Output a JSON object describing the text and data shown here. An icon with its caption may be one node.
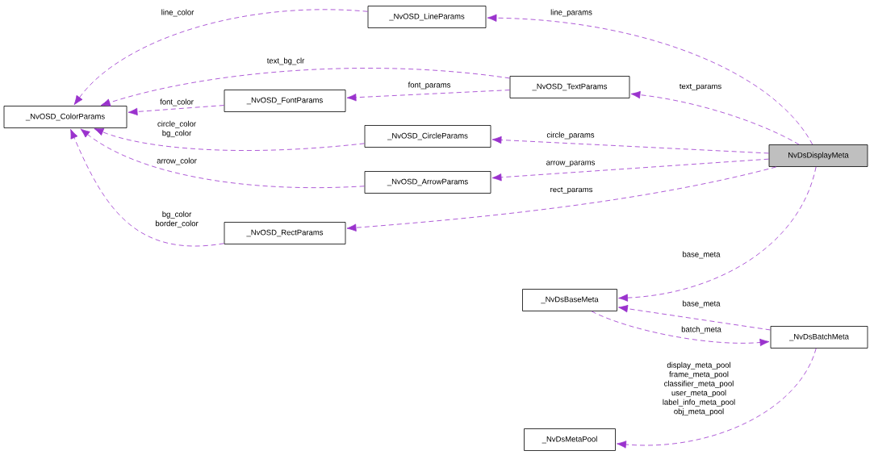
{
  "diagram": {
    "nodes": [
      {
        "text": [
          "_NvOSD_LineParams"
        ]
      },
      {
        "text": [
          "_NvOSD_TextParams"
        ]
      },
      {
        "text": [
          "_NvOSD_ColorParams"
        ]
      },
      {
        "text": [
          "_NvOSD_FontParams"
        ]
      },
      {
        "text": [
          "_NvOSD_CircleParams"
        ]
      },
      {
        "text": [
          "NvDsDisplayMeta"
        ]
      },
      {
        "text": [
          "_NvOSD_ArrowParams"
        ]
      },
      {
        "text": [
          "_NvOSD_RectParams"
        ]
      },
      {
        "text": [
          "_NvDsBaseMeta"
        ]
      },
      {
        "text": [
          "_NvDsBatchMeta"
        ]
      },
      {
        "text": [
          "_NvDsMetaPool"
        ]
      }
    ],
    "edges": [
      {
        "from": 0,
        "to": 2,
        "arrow": "to",
        "style": "dashed",
        "label": "line_color"
      },
      {
        "from": 1,
        "to": 2,
        "arrow": "to",
        "style": "dashed",
        "label": "text_bg_clr"
      },
      {
        "from": 3,
        "to": 2,
        "arrow": "to",
        "style": "dashed",
        "label": "font_color"
      },
      {
        "from": 4,
        "to": 2,
        "arrow": "to",
        "style": "dashed",
        "label": "circle_color bg_color"
      },
      {
        "from": 6,
        "to": 2,
        "arrow": "to",
        "style": "dashed",
        "label": "arrow_color"
      },
      {
        "from": 7,
        "to": 2,
        "arrow": "to",
        "style": "dashed",
        "label": "bg_color border_color"
      },
      {
        "from": 5,
        "to": 0,
        "arrow": "to",
        "style": "dashed",
        "label": "line_params"
      },
      {
        "from": 5,
        "to": 1,
        "arrow": "to",
        "style": "dashed",
        "label": "text_params"
      },
      {
        "from": 1,
        "to": 3,
        "arrow": "to",
        "style": "dashed",
        "label": "font_params"
      },
      {
        "from": 5,
        "to": 4,
        "arrow": "to",
        "style": "dashed",
        "label": "circle_params"
      },
      {
        "from": 5,
        "to": 6,
        "arrow": "to",
        "style": "dashed",
        "label": "arrow_params"
      },
      {
        "from": 5,
        "to": 7,
        "arrow": "to",
        "style": "dashed",
        "label": "rect_params"
      },
      {
        "from": 5,
        "to": 8,
        "arrow": "to",
        "style": "dashed",
        "label": "base_meta"
      },
      {
        "from": 9,
        "to": 8,
        "arrow": "to",
        "style": "dashed",
        "label": "base_meta"
      },
      {
        "from": 8,
        "to": 9,
        "arrow": "to",
        "style": "dashed",
        "label": "batch_meta"
      },
      {
        "from": 9,
        "to": 10,
        "arrow": "to",
        "style": "dashed",
        "label": "display_meta_pool frame_meta_pool classifier_meta_pool user_meta_pool label_info_meta_pool obj_meta_pool"
      }
    ]
  }
}
